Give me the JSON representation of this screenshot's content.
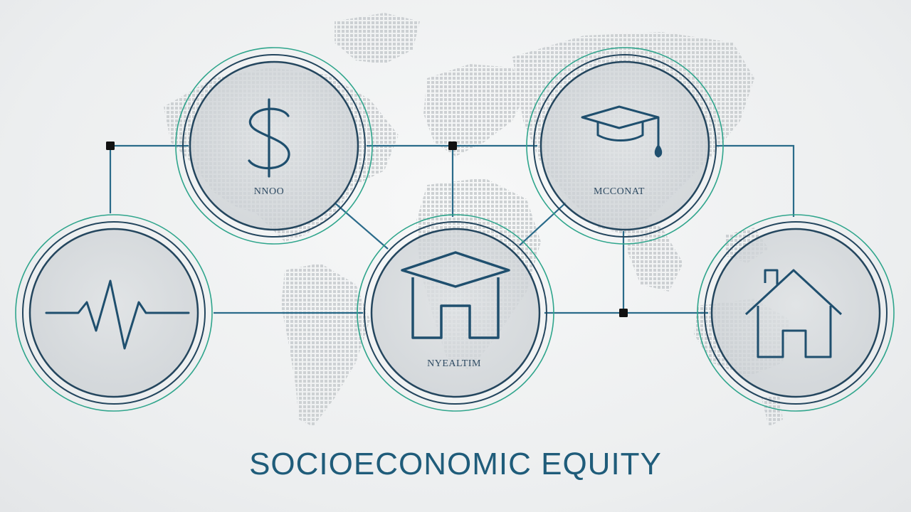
{
  "title": "SOCIOECONOMIC EQUITY",
  "colors": {
    "background": "#eef0f1",
    "map": "#cfd3d6",
    "connector": "#2a6b8a",
    "node_outer_ring": "#2fa58c",
    "node_inner_ring": "#24465e",
    "icon": "#1f4f6e",
    "junction": "#111111",
    "title": "#1f5c7a"
  },
  "background_graphic": "world-map-dotted",
  "nodes": [
    {
      "id": "income",
      "icon": "dollar-sign-icon",
      "label": "NNOO"
    },
    {
      "id": "education",
      "icon": "graduation-cap-icon",
      "label": "MCCONAT"
    },
    {
      "id": "health",
      "icon": "heartbeat-icon",
      "label": ""
    },
    {
      "id": "center",
      "icon": "house-with-roof-icon",
      "label": "NYEALTIM"
    },
    {
      "id": "housing",
      "icon": "house-icon",
      "label": ""
    }
  ]
}
